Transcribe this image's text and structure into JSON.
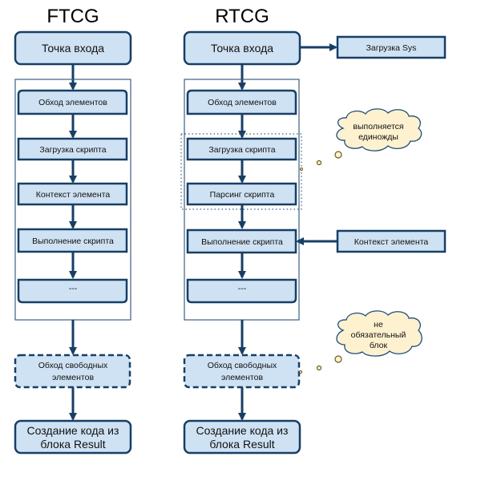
{
  "colors": {
    "box_fill": "#cfe2f3",
    "box_stroke": "#173f66",
    "arrow": "#173f66",
    "container_stroke": "#3d5f82",
    "cloud_fill": "#fdf1cf",
    "cloud_stroke": "#1f4e79",
    "bubble_stroke": "#6b5a1e",
    "dotted_group": "#3d5f82"
  },
  "ftcg": {
    "title": "FTCG",
    "entry": "Точка входа",
    "steps": [
      "Обход элементов",
      "Загрузка скрипта",
      "Контекст элемента",
      "Выполнение скрипта",
      "---"
    ],
    "free_elements": [
      "Обход свободных",
      "элементов"
    ],
    "result": [
      "Создание кода из",
      "блока Result"
    ]
  },
  "rtcg": {
    "title": "RTCG",
    "entry": "Точка входа",
    "steps": [
      "Обход элементов",
      "Загрузка скрипта",
      "Парсинг скрипта",
      "Выполнение скрипта",
      "---"
    ],
    "free_elements": [
      "Обход свободных",
      "элементов"
    ],
    "result": [
      "Создание кода из",
      "блока Result"
    ],
    "side_sys": "Загрузка Sys",
    "side_context": "Контекст элемента"
  },
  "notes": {
    "once": [
      "выполняется",
      "единожды"
    ],
    "optional": [
      "не",
      "обязательный",
      "блок"
    ]
  }
}
